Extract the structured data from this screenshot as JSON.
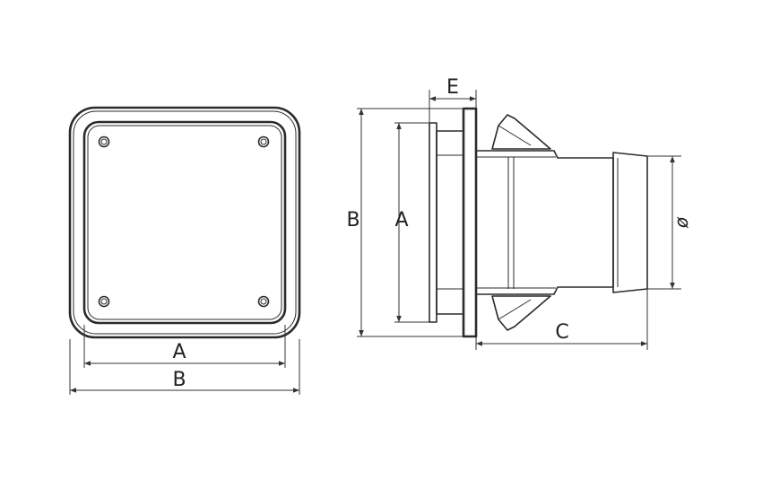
{
  "labels": {
    "front_a": "A",
    "front_b": "B",
    "side_b": "B",
    "side_a": "A",
    "side_e": "E",
    "side_c": "C",
    "side_d": "ø"
  },
  "colors": {
    "line": "#2b2b2b",
    "background": "#ffffff"
  }
}
